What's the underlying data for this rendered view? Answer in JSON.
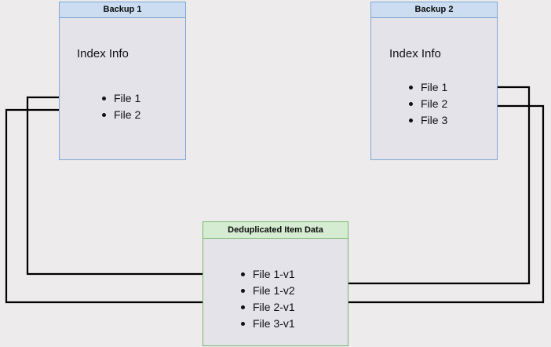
{
  "diagram": {
    "background_color": "#edebeb",
    "box_fill": "#e4e3ea",
    "blue_border": "#7ea6d9",
    "blue_header_fill": "#ccddf2",
    "green_border": "#74b96a",
    "green_header_fill": "#d6ecd2",
    "connector_color": "#000000"
  },
  "backup1": {
    "title": "Backup 1",
    "section_label": "Index Info",
    "files": [
      {
        "label": "File 1"
      },
      {
        "label": "File 2"
      }
    ]
  },
  "backup2": {
    "title": "Backup 2",
    "section_label": "Index Info",
    "files": [
      {
        "label": "File 1"
      },
      {
        "label": "File 2"
      },
      {
        "label": "File 3"
      }
    ]
  },
  "dedup": {
    "title": "Deduplicated Item Data",
    "items": [
      {
        "label": "File 1-v1"
      },
      {
        "label": "File 1-v2"
      },
      {
        "label": "File 2-v1"
      },
      {
        "label": "File 3-v1"
      }
    ]
  },
  "connectors": [
    {
      "name": "backup1-file1-to-file1v1",
      "from": "Backup 1 / File 1",
      "to": "File 1-v1"
    },
    {
      "name": "backup1-file2-to-file2v1",
      "from": "Backup 1 / File 2",
      "to": "File 2-v1"
    },
    {
      "name": "backup2-file1-to-file1v2",
      "from": "Backup 2 / File 1",
      "to": "File 1-v2"
    },
    {
      "name": "backup2-file2-to-file2v1",
      "from": "Backup 2 / File 2",
      "to": "File 2-v1"
    }
  ]
}
